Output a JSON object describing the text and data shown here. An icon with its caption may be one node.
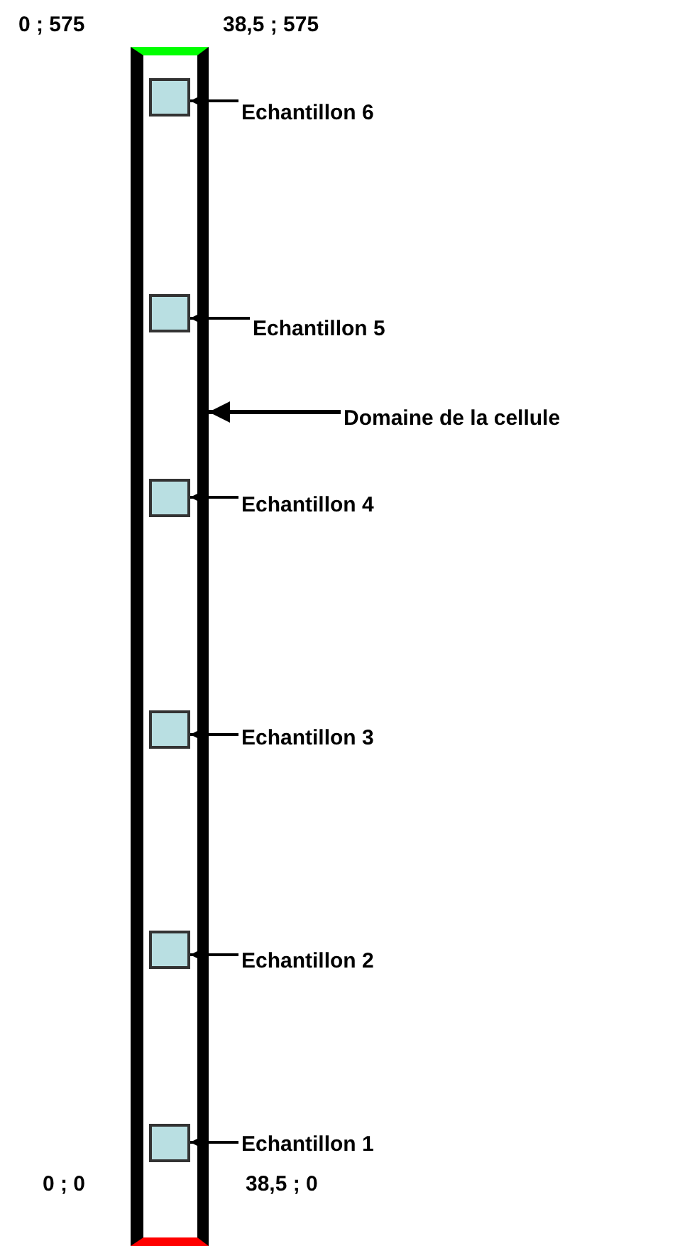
{
  "diagram": {
    "nodes": [
      {
        "text": [],
        "shape": "box"
      },
      {
        "text": [],
        "shape": "box",
        "in": 0
      },
      {
        "text": [],
        "shape": "box",
        "in": 0
      },
      {
        "text": [],
        "shape": "box",
        "in": 0
      },
      {
        "text": [],
        "shape": "box",
        "in": 0
      },
      {
        "text": [],
        "shape": "box",
        "in": 0
      },
      {
        "text": [],
        "shape": "box",
        "in": 0
      },
      {
        "text": [
          "Echantillon 6"
        ]
      },
      {
        "text": [
          "Echantillon 5"
        ]
      },
      {
        "text": [
          "Domaine de la cellule"
        ]
      },
      {
        "text": [
          "Echantillon 4"
        ]
      },
      {
        "text": [
          "Echantillon 3"
        ]
      },
      {
        "text": [
          "Echantillon 2"
        ]
      },
      {
        "text": [
          "Echantillon 1"
        ]
      }
    ],
    "edges": [
      {
        "from": 7,
        "to": 1,
        "arrow": "to"
      },
      {
        "from": 8,
        "to": 2,
        "arrow": "to"
      },
      {
        "from": 9,
        "to": 0,
        "arrow": "to"
      },
      {
        "from": 10,
        "to": 3,
        "arrow": "to"
      },
      {
        "from": 11,
        "to": 4,
        "arrow": "to"
      },
      {
        "from": 12,
        "to": 5,
        "arrow": "to"
      },
      {
        "from": 13,
        "to": 6,
        "arrow": "to"
      }
    ],
    "labels": [
      "0 ; 575",
      "38,5 ; 575",
      "0 ; 0",
      "38,5 ; 0"
    ]
  }
}
